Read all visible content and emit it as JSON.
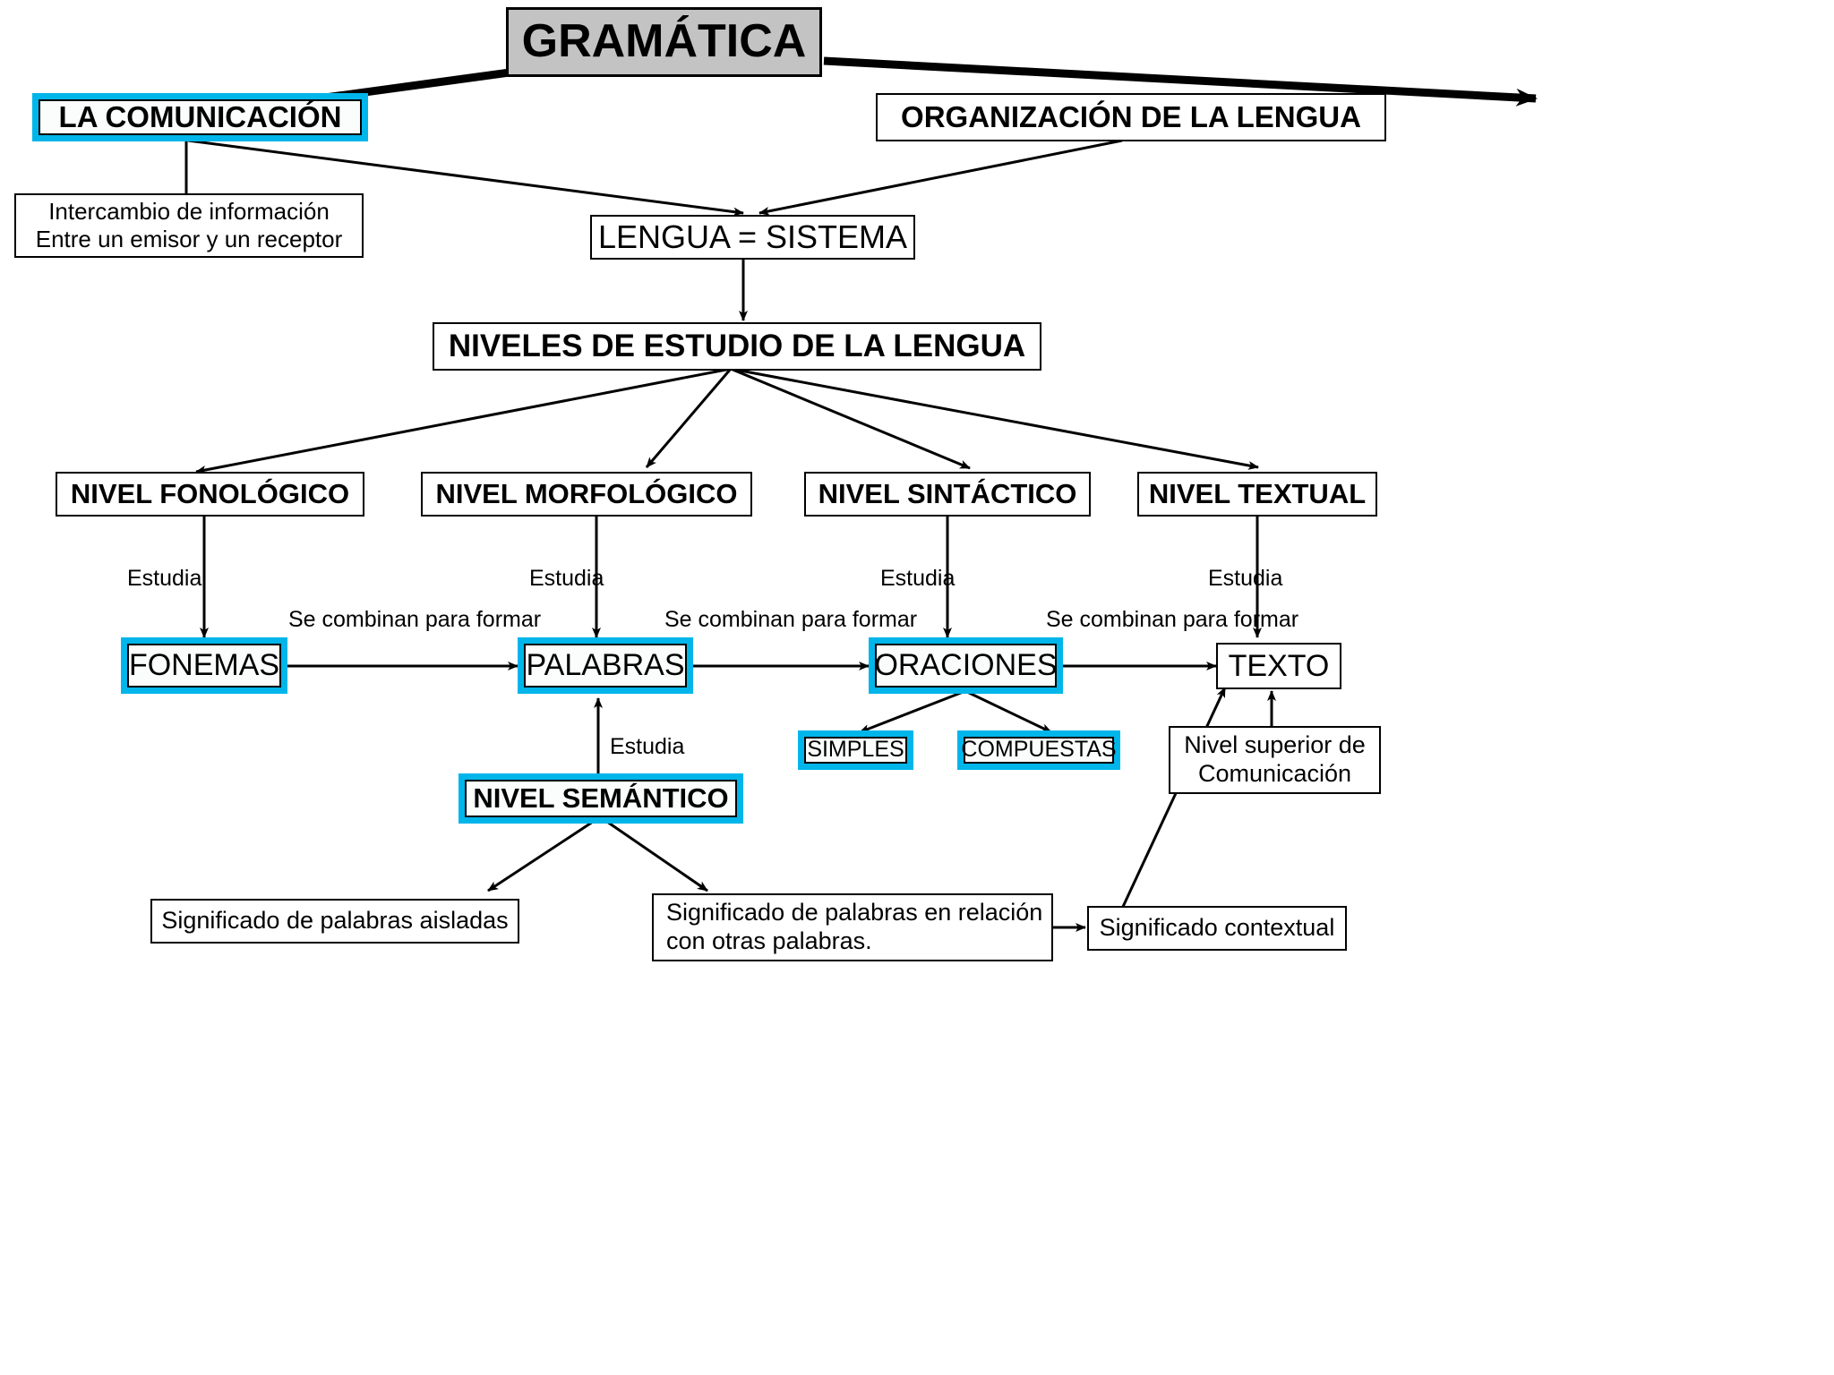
{
  "diagram": {
    "title": "GRAMÁTICA",
    "theme": {
      "highlight_color": "#00b5ea",
      "title_fill": "#c3c3c3",
      "line_color": "#000000",
      "background": "#ffffff"
    },
    "nodes": {
      "gramatica": "GRAMÁTICA",
      "la_comunicacion": "LA COMUNICACIÓN",
      "organizacion_de_la_lengua": "ORGANIZACIÓN DE LA LENGUA",
      "intercambio": "Intercambio de información\nEntre un emisor y un receptor",
      "lengua_sistema": "LENGUA = SISTEMA",
      "niveles": "NIVELES DE ESTUDIO DE LA LENGUA",
      "nivel_fonologico": "NIVEL FONOLÓGICO",
      "nivel_morfologico": "NIVEL MORFOLÓGICO",
      "nivel_sintactico": "NIVEL SINTÁCTICO",
      "nivel_textual": "NIVEL TEXTUAL",
      "fonemas": "FONEMAS",
      "palabras": "PALABRAS",
      "oraciones": "ORACIONES",
      "texto": "TEXTO",
      "simples": "SIMPLES",
      "compuestas": "COMPUESTAS",
      "nivel_superior": "Nivel superior de\nComunicación",
      "nivel_semantico": "NIVEL SEMÁNTICO",
      "significado_aisladas": "Significado de palabras aisladas",
      "significado_relacion": "Significado de palabras en relación\ncon otras palabras.",
      "significado_contextual": "Significado contextual"
    },
    "edge_labels": {
      "estudia_1": "Estudia",
      "estudia_2": "Estudia",
      "estudia_3": "Estudia",
      "estudia_4": "Estudia",
      "estudia_5": "Estudia",
      "combinan_1": "Se combinan para formar",
      "combinan_2": "Se combinan para formar",
      "combinan_3": "Se combinan para formar"
    }
  }
}
